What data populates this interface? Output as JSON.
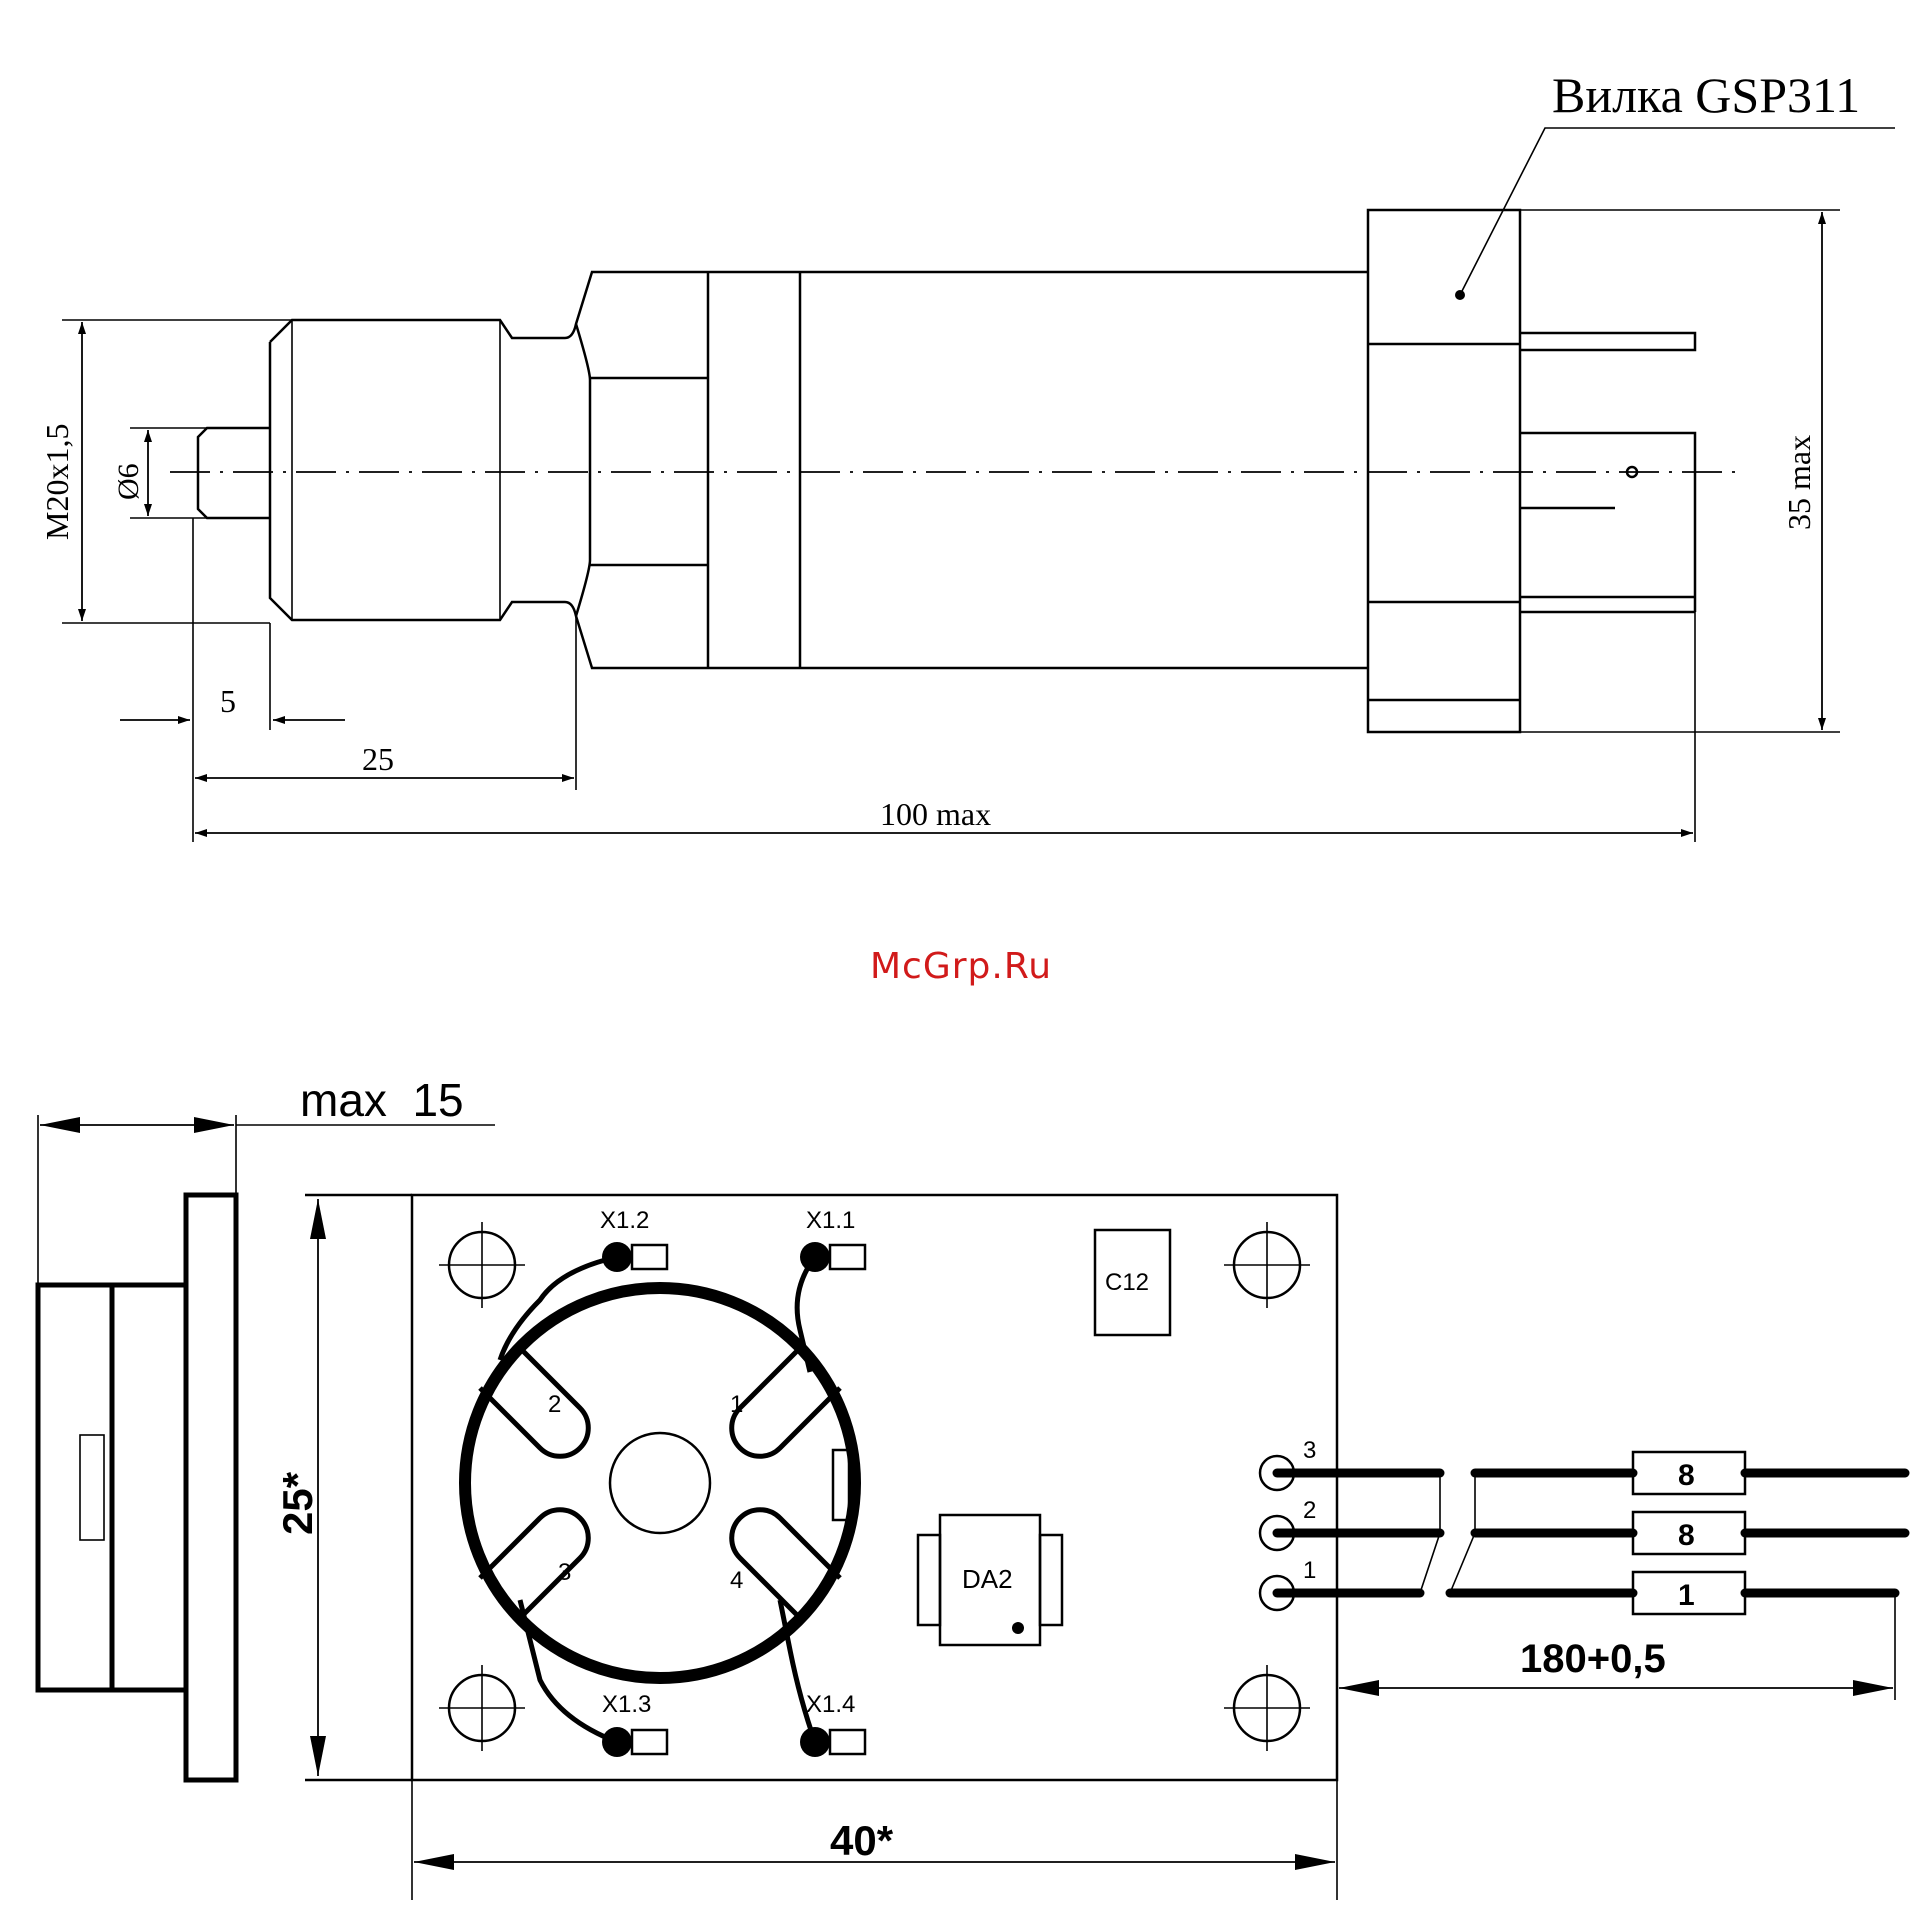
{
  "top_view": {
    "connector_label": "Вилка GSP311",
    "dim_thread": "M20x1,5",
    "dim_diameter": "Ø6",
    "dim_5": "5",
    "dim_25": "25",
    "dim_total_length": "100 max",
    "dim_height": "35 max"
  },
  "watermark": "McGrp.Ru",
  "bottom_view": {
    "dim_max_thickness": "max  15",
    "dim_board_height": "25*",
    "dim_board_width": "40*",
    "dim_wire_length": "180+0,5",
    "ref_x1_1": "X1.1",
    "ref_x1_2": "X1.2",
    "ref_x1_3": "X1.3",
    "ref_x1_4": "X1.4",
    "ref_c12": "C12",
    "ref_da2": "DA2",
    "pin_1": "1",
    "pin_2": "2",
    "pin_3": "3",
    "pin_4": "4",
    "terminal_1": "1",
    "terminal_2": "2",
    "terminal_3": "3",
    "wire_marker_1": "1",
    "wire_marker_2": "8",
    "wire_marker_3": "8"
  }
}
